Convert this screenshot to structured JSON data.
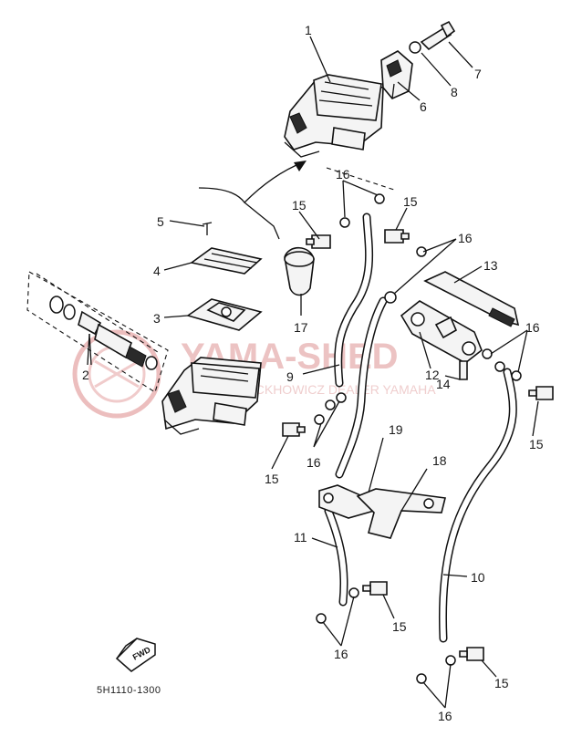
{
  "diagram": {
    "part_code": "5H1110-1300",
    "fwd_label": "FWD",
    "watermark": {
      "title": "YAMA-SHED",
      "subtitle": "MOTOCKHOWICZ DEALER YAMAHA"
    },
    "callouts": [
      {
        "id": "c1",
        "text": "1"
      },
      {
        "id": "c2",
        "text": "2"
      },
      {
        "id": "c3",
        "text": "3"
      },
      {
        "id": "c4",
        "text": "4"
      },
      {
        "id": "c5",
        "text": "5"
      },
      {
        "id": "c6",
        "text": "6"
      },
      {
        "id": "c7",
        "text": "7"
      },
      {
        "id": "c8",
        "text": "8"
      },
      {
        "id": "c9",
        "text": "9"
      },
      {
        "id": "c10",
        "text": "10"
      },
      {
        "id": "c11",
        "text": "11"
      },
      {
        "id": "c12",
        "text": "12"
      },
      {
        "id": "c13",
        "text": "13"
      },
      {
        "id": "c14",
        "text": "14"
      },
      {
        "id": "c15a",
        "text": "15"
      },
      {
        "id": "c15b",
        "text": "15"
      },
      {
        "id": "c15c",
        "text": "15"
      },
      {
        "id": "c15d",
        "text": "15"
      },
      {
        "id": "c15e",
        "text": "15"
      },
      {
        "id": "c15f",
        "text": "15"
      },
      {
        "id": "c16a",
        "text": "16"
      },
      {
        "id": "c16b",
        "text": "16"
      },
      {
        "id": "c16c",
        "text": "16"
      },
      {
        "id": "c16d",
        "text": "16"
      },
      {
        "id": "c16e",
        "text": "16"
      },
      {
        "id": "c16f",
        "text": "16"
      },
      {
        "id": "c17",
        "text": "17"
      },
      {
        "id": "c18",
        "text": "18"
      },
      {
        "id": "c19",
        "text": "19"
      }
    ]
  }
}
